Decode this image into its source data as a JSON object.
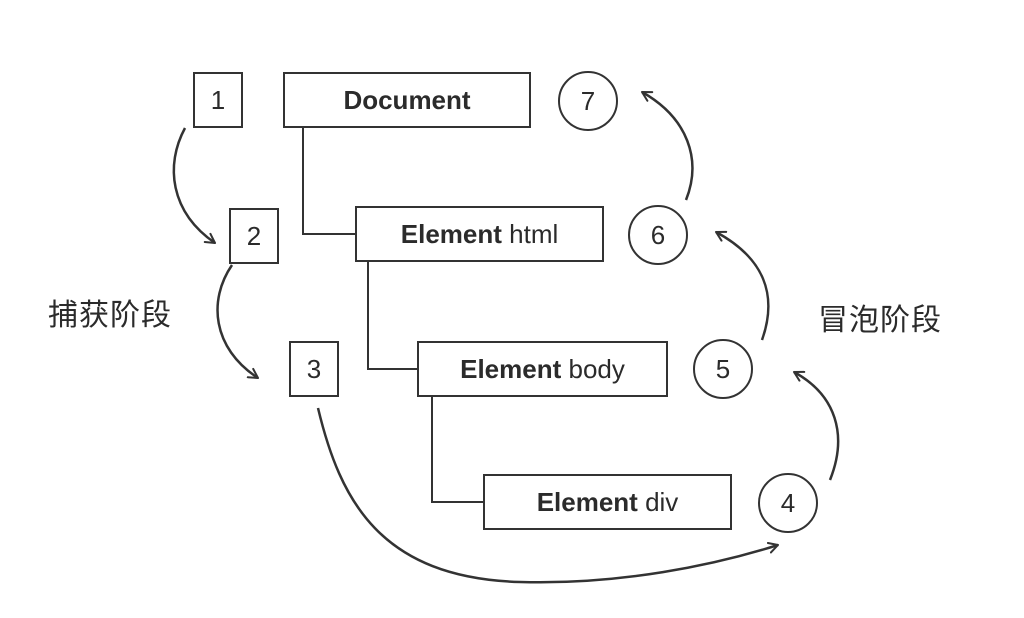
{
  "nodes": {
    "document": {
      "bold": "Document",
      "rest": ""
    },
    "html": {
      "bold": "Element",
      "rest": " html"
    },
    "body": {
      "bold": "Element",
      "rest": " body"
    },
    "div": {
      "bold": "Element",
      "rest": " div"
    }
  },
  "capture_steps": [
    "1",
    "2",
    "3"
  ],
  "bubble_steps": [
    "4",
    "5",
    "6",
    "7"
  ],
  "labels": {
    "capture_phase": "捕获阶段",
    "bubble_phase": "冒泡阶段"
  },
  "colors": {
    "stroke": "#333333",
    "text": "#2b2b2b",
    "background": "#ffffff"
  }
}
